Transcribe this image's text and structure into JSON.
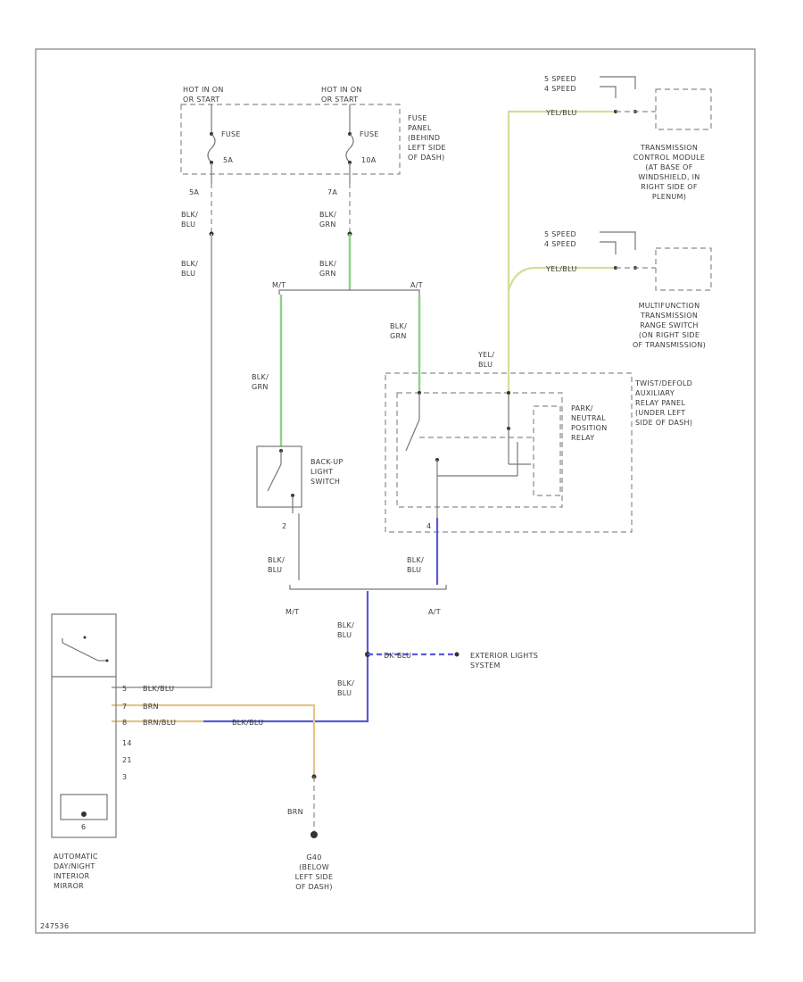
{
  "labels": {
    "hot_in_on_1": "HOT IN ON",
    "hot_in_on_1b": "OR START",
    "hot_in_on_2": "HOT IN ON",
    "hot_in_on_2b": "OR START",
    "fuse_a": "FUSE",
    "fuse_a_amp": "5A",
    "fuse_b": "FUSE",
    "fuse_b_amp": "10A",
    "fuse_panel": [
      "FUSE",
      "PANEL",
      "(BEHIND",
      "LEFT SIDE",
      "OF DASH)"
    ],
    "pin_5a": "5A",
    "pin_7a": "7A",
    "wire_blk_blu_1": [
      "BLK/",
      "BLU"
    ],
    "wire_blk_grn_1": [
      "BLK/",
      "GRN"
    ],
    "wire_blk_blu_2": [
      "BLK/",
      "BLU"
    ],
    "wire_blk_grn_2": [
      "BLK/",
      "GRN"
    ],
    "mt_top": "M/T",
    "at_top": "A/T",
    "wire_blk_grn_3": [
      "BLK/",
      "GRN"
    ],
    "wire_blk_grn_4": [
      "BLK/",
      "GRN"
    ],
    "backup_switch": [
      "BACK-UP",
      "LIGHT",
      "SWITCH"
    ],
    "pnp_relay": [
      "PARK/",
      "NEUTRAL",
      "POSITION",
      "RELAY"
    ],
    "aux_relay_panel": [
      "TWIST/DEFOLD",
      "AUXILIARY",
      "RELAY PANEL",
      "(UNDER LEFT",
      "SIDE OF DASH)"
    ],
    "wire_yel_blu": [
      "YEL/",
      "BLU"
    ],
    "speed_top": [
      "5 SPEED",
      "4 SPEED"
    ],
    "yel_blu_top": "YEL/BLU",
    "tcm": [
      "TRANSMISSION",
      "CONTROL MODULE",
      "(AT BASE OF",
      "WINDSHIELD, IN",
      "RIGHT SIDE OF",
      "PLENUM)"
    ],
    "speed_mid": [
      "5 SPEED",
      "4 SPEED"
    ],
    "yel_blu_mid": "YEL/BLU",
    "mfs": [
      "MULTIFUNCTION",
      "TRANSMISSION",
      "RANGE SWITCH",
      "(ON RIGHT SIDE",
      "OF TRANSMISSION)"
    ],
    "wire_blk_blu_3": [
      "BLK/",
      "BLU"
    ],
    "wire_blk_blu_4": [
      "BLK/",
      "BLU"
    ],
    "pin_2": "2",
    "pin_4": "4",
    "mt_bot": "M/T",
    "at_bot": "A/T",
    "wire_blk_blu_5": [
      "BLK/",
      "BLU"
    ],
    "wire_blk_blu_6": [
      "BLK/",
      "BLU"
    ],
    "dk_blu": "DK BLU",
    "ext_lights": [
      "EXTERIOR LIGHTS",
      "SYSTEM"
    ],
    "mirror_wire_1": "BLK/BLU",
    "mirror_wire_2": "BRN",
    "mirror_wire_3a": "BRN/BLU",
    "mirror_wire_3b": "BLK/BLU",
    "pins": [
      "5",
      "7",
      "8",
      "14",
      "21",
      "3"
    ],
    "pin_bottom": "6",
    "brn_bot": "BRN",
    "ground": [
      "G40",
      "(BELOW",
      "LEFT SIDE",
      "OF DASH)"
    ],
    "mirror": [
      "AUTOMATIC",
      "DAY/NIGHT",
      "INTERIOR",
      "MIRROR"
    ],
    "code": "247536"
  },
  "colors": {
    "green_wire": "#8fd18a",
    "blue_wire": "#5a5ad8",
    "yellow_wire": "#d8dc9a",
    "tan_wire": "#e2c68a",
    "gray_wire": "#b0b0b0"
  }
}
